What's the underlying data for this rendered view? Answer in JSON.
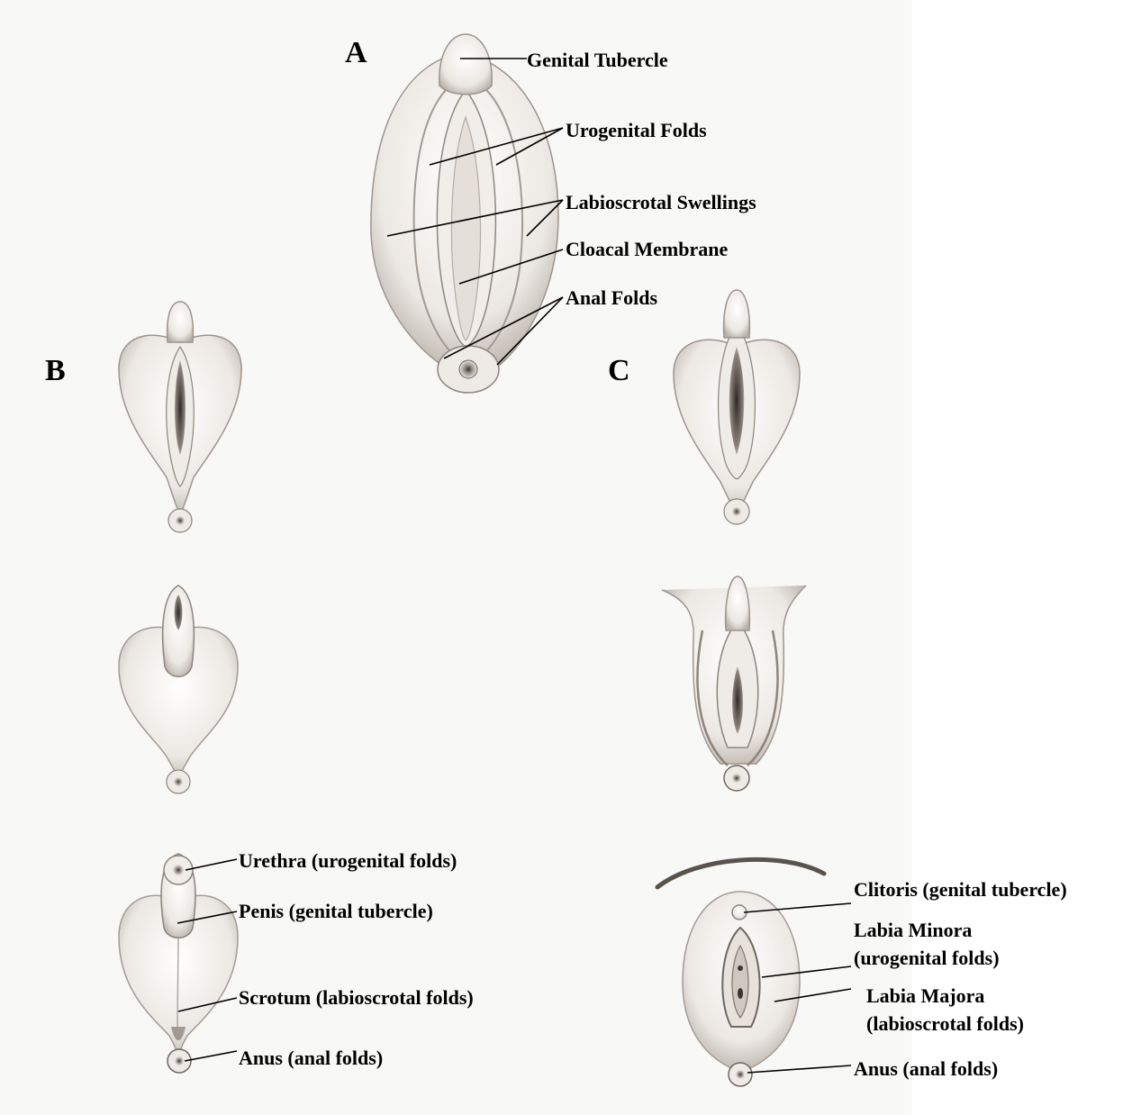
{
  "panels": {
    "a": "A",
    "b": "B",
    "c": "C"
  },
  "labels_a": {
    "genital_tubercle": "Genital Tubercle",
    "urogenital_folds": "Urogenital Folds",
    "labioscrotal_swellings": "Labioscrotal Swellings",
    "cloacal_membrane": "Cloacal Membrane",
    "anal_folds": "Anal Folds"
  },
  "labels_b": {
    "urethra": "Urethra (urogenital folds)",
    "penis": "Penis (genital tubercle)",
    "scrotum": "Scrotum (labioscrotal folds)",
    "anus": "Anus (anal folds)"
  },
  "labels_c": {
    "clitoris": "Clitoris (genital tubercle)",
    "labia_minora_1": "Labia Minora",
    "labia_minora_2": "(urogenital folds)",
    "labia_majora_1": "Labia Majora",
    "labia_majora_2": "(labioscrotal folds)",
    "anus": "Anus (anal folds)"
  },
  "colors": {
    "background": "#ffffff",
    "panel_background": "#f8f8f7",
    "tissue_light": "#f6f4f1",
    "tissue_mid": "#c9c3bc",
    "tissue_dark": "#5a524c",
    "text": "#000000"
  }
}
